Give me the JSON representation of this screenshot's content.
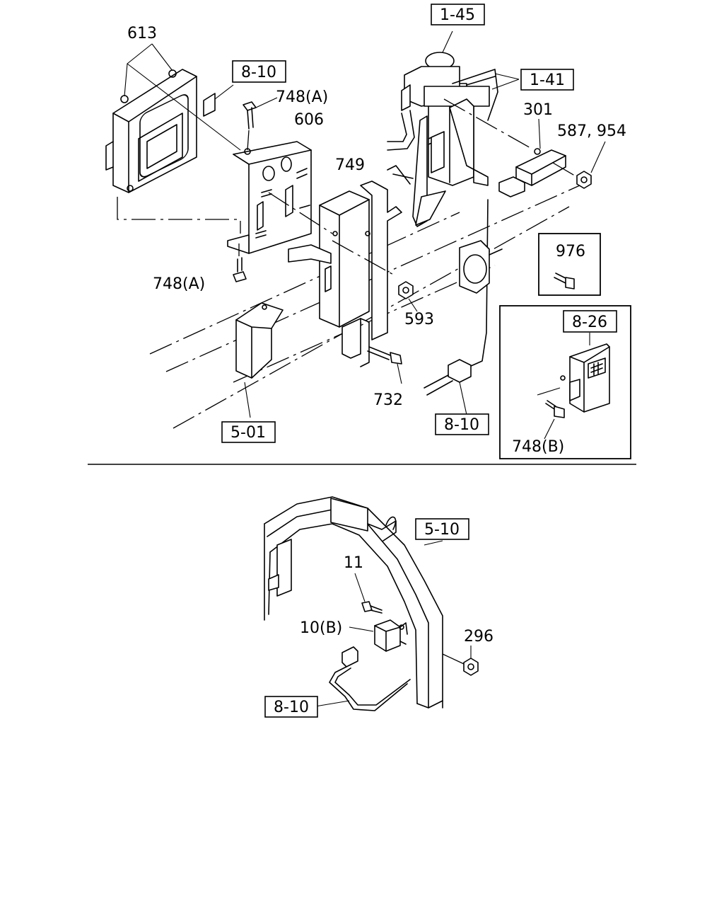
{
  "labels": {
    "p613": "613",
    "p748a_top": "748(A)",
    "p606": "606",
    "p749": "749",
    "p748a_bottom": "748(A)",
    "p593": "593",
    "p732": "732",
    "p301": "301",
    "p587_954": "587, 954",
    "p976": "976",
    "p748b": "748(B)",
    "p11": "11",
    "p10b": "10(B)",
    "p296": "296"
  },
  "refs": {
    "r1_45": "1-45",
    "r1_41": "1-41",
    "r8_10_top": "8-10",
    "r8_26": "8-26",
    "r8_10_mid": "8-10",
    "r5_01": "5-01",
    "r5_10": "5-10",
    "r8_10_bottom": "8-10"
  }
}
